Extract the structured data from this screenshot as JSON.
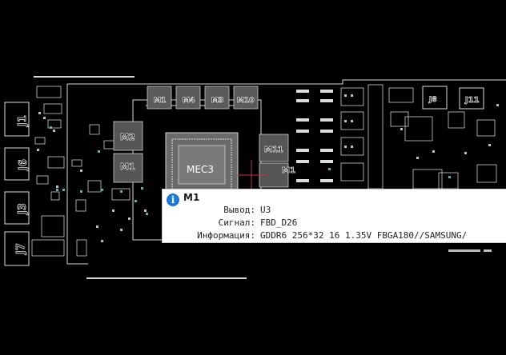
{
  "board": {
    "connectors": [
      "J1",
      "J6",
      "J3",
      "J7"
    ],
    "header_label": "J11",
    "header2_label": "J8",
    "gpu_label": "MEC3",
    "memory_top": [
      "M1",
      "M4",
      "M3",
      "M10"
    ],
    "memory_left": [
      "M2",
      "M1"
    ],
    "memory_right": [
      "M11",
      "M1"
    ]
  },
  "tooltip": {
    "icon": "info-icon",
    "title": "M1",
    "rows": [
      {
        "key": "Вывод:",
        "value": "U3"
      },
      {
        "key": "Сигнал:",
        "value": "FBD_D26"
      },
      {
        "key": "Информация:",
        "value": "GDDR6 256*32 16 1.35V FBGA180//SAMSUNG/"
      }
    ]
  }
}
